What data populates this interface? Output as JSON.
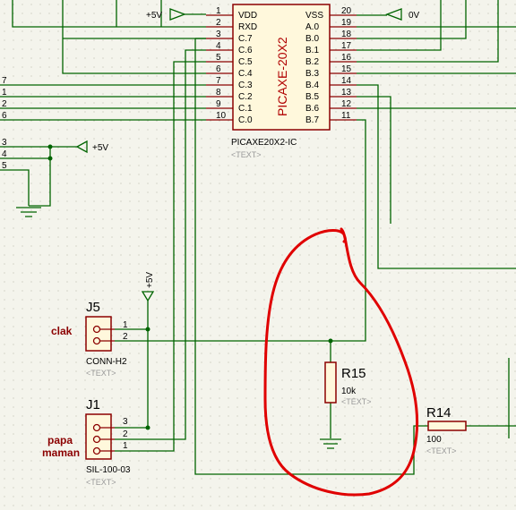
{
  "chip": {
    "ref": "PICAXE20X2-IC",
    "text_placeholder": "<TEXT>",
    "body_label": "PICAXE-20X2",
    "left_pins": [
      {
        "num": "1",
        "name": "VDD"
      },
      {
        "num": "2",
        "name": "RXD"
      },
      {
        "num": "3",
        "name": "C.7"
      },
      {
        "num": "4",
        "name": "C.6"
      },
      {
        "num": "5",
        "name": "C.5"
      },
      {
        "num": "6",
        "name": "C.4"
      },
      {
        "num": "7",
        "name": "C.3"
      },
      {
        "num": "8",
        "name": "C.2"
      },
      {
        "num": "9",
        "name": "C.1"
      },
      {
        "num": "10",
        "name": "C.0"
      }
    ],
    "right_pins": [
      {
        "num": "20",
        "name": "VSS"
      },
      {
        "num": "19",
        "name": "A.0"
      },
      {
        "num": "18",
        "name": "B.0"
      },
      {
        "num": "17",
        "name": "B.1"
      },
      {
        "num": "16",
        "name": "B.2"
      },
      {
        "num": "15",
        "name": "B.3"
      },
      {
        "num": "14",
        "name": "B.4"
      },
      {
        "num": "13",
        "name": "B.5"
      },
      {
        "num": "12",
        "name": "B.6"
      },
      {
        "num": "11",
        "name": "B.7"
      }
    ]
  },
  "power": {
    "vdd_label": "+5V",
    "vss_label": "0V",
    "left_supply_label": "+5V",
    "vertical_supply_label": "+5V"
  },
  "left_edge_pins": [
    "7",
    "1",
    "2",
    "6"
  ],
  "left_connector_pins": [
    "3",
    "4",
    "5"
  ],
  "j5": {
    "ref": "J5",
    "value": "CONN-H2",
    "text_placeholder": "<TEXT>",
    "pins": [
      "1",
      "2"
    ],
    "net_label": "clak"
  },
  "j1": {
    "ref": "J1",
    "value": "SIL-100-03",
    "text_placeholder": "<TEXT>",
    "pins": [
      "3",
      "2",
      "1"
    ],
    "net_label_line1": "papa",
    "net_label_line2": "maman"
  },
  "r15": {
    "ref": "R15",
    "value": "10k",
    "text_placeholder": "<TEXT>"
  },
  "r14": {
    "ref": "R14",
    "value": "100",
    "text_placeholder": "<TEXT>"
  },
  "colors": {
    "wire": "#006400",
    "component_outline": "#8b0000",
    "component_fill": "#fff8dc",
    "annotation": "#e00000",
    "grid_dot": "#b8b8a8"
  }
}
